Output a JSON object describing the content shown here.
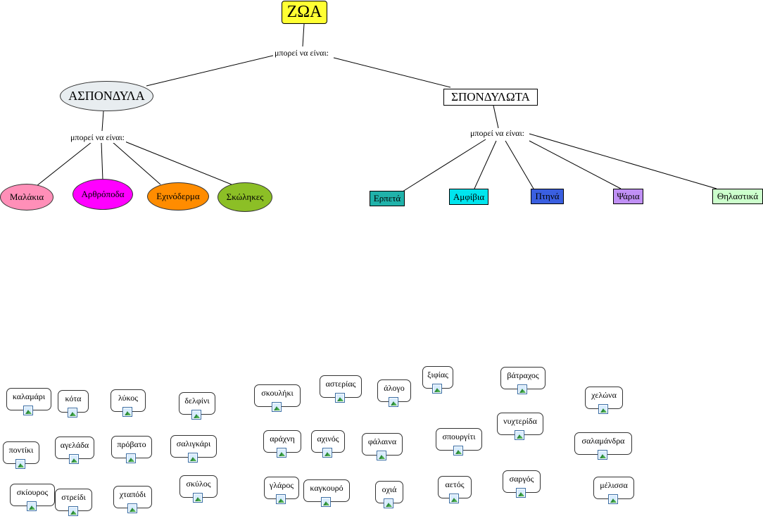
{
  "root": {
    "label": "ΖΩΑ",
    "color": "#ffff33"
  },
  "linking_phrase": "μπορεί να είναι:",
  "left_branch": {
    "label": "ΑΣΠΟΝΔΥΛΑ"
  },
  "right_branch": {
    "label": "ΣΠΟΝΔΥΛΩΤΑ"
  },
  "invertebrate_groups": [
    {
      "label": "Μαλάκια",
      "color": "#ff8fb8"
    },
    {
      "label": "Αρθρόποδα",
      "color": "#ff00ff"
    },
    {
      "label": "Εχινόδερμα",
      "color": "#ff8c00"
    },
    {
      "label": "Σκώληκες",
      "color": "#8cbf26"
    }
  ],
  "vertebrate_groups": [
    {
      "label": "Ερπετά",
      "color": "#20b2aa"
    },
    {
      "label": "Αμφίβια",
      "color": "#00e5ee"
    },
    {
      "label": "Πτηνά",
      "color": "#3a5fe0"
    },
    {
      "label": "Ψάρια",
      "color": "#c090f5"
    },
    {
      "label": "Θηλαστικά",
      "color": "#ccffcc"
    }
  ],
  "animals": [
    "καλαμάρι",
    "κότα",
    "λύκος",
    "δελφίνι",
    "ποντίκι",
    "αγελάδα",
    "πρόβατο",
    "σαλιγκάρι",
    "σκίουρος",
    "στρείδι",
    "χταπόδι",
    "σκύλος",
    "σκουλήκι",
    "αστερίας",
    "άλογο",
    "ξιφίας",
    "βάτραχος",
    "χελώνα",
    "αράχνη",
    "αχινός",
    "φάλαινα",
    "σπουργίτι",
    "νυχτερίδα",
    "σαλαμάνδρα",
    "γλάρος",
    "καγκουρό",
    "οχιά",
    "αετός",
    "σαργός",
    "μέλισσα"
  ]
}
